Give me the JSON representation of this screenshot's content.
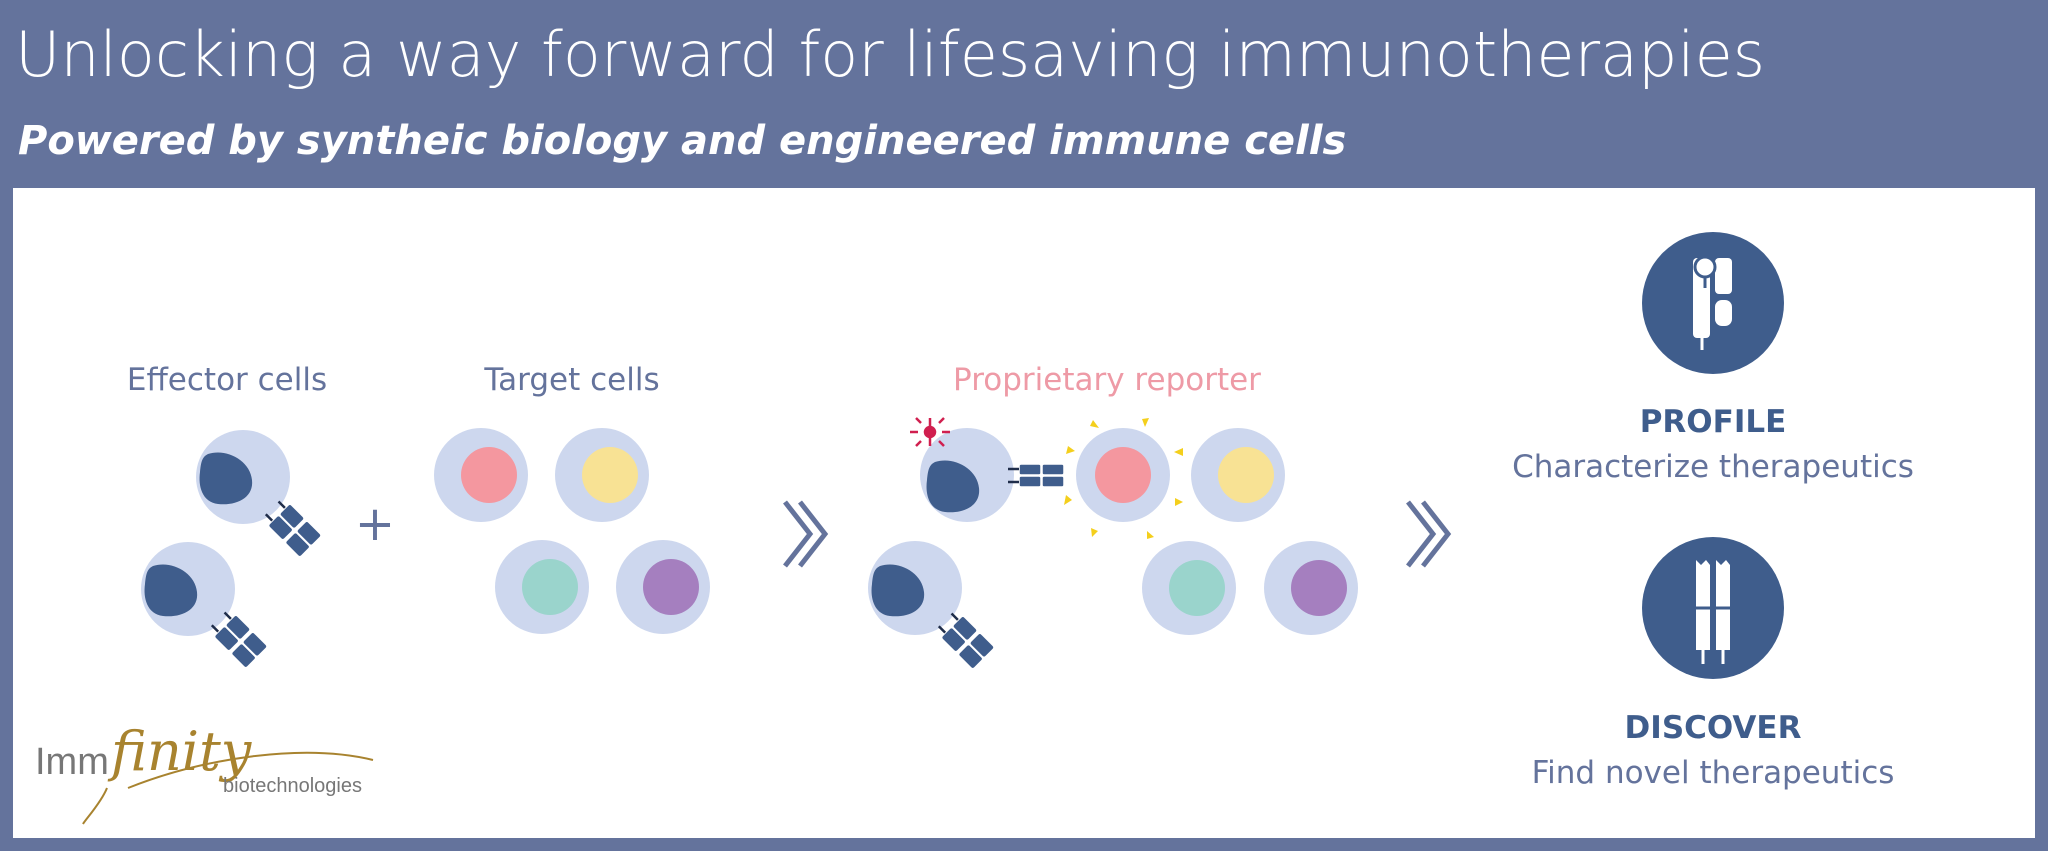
{
  "header": {
    "title": "Unlocking a way forward for lifesaving immunotherapies",
    "subtitle": "Powered by syntheic biology and engineered immune cells"
  },
  "diagram": {
    "effector_label": "Effector cells",
    "target_label": "Target cells",
    "plus_sign": "+",
    "reporter_label": "Proprietary reporter",
    "profile_title": "PROFILE",
    "profile_desc": "Characterize therapeutics",
    "discover_title": "DISCOVER",
    "discover_desc": "Find novel therapeutics"
  },
  "logo": {
    "prefix": "Imm",
    "script": "finity",
    "suffix": "biotechnologies"
  },
  "colors": {
    "header_bg": "#64739c",
    "cell_membrane": "#cdd7ee",
    "nucleus_dark": "#3f5d8c",
    "nucleus_pink": "#f4979f",
    "nucleus_yellow": "#f8e294",
    "nucleus_teal": "#9ad4cc",
    "nucleus_purple": "#a57fbf",
    "reporter_text": "#ee9aa6",
    "label_text": "#64739c",
    "icon_circle": "#3f5d8c",
    "spark_yellow": "#f4cf1c",
    "spark_red": "#d01f4f",
    "logo_gold": "#a8832f"
  }
}
